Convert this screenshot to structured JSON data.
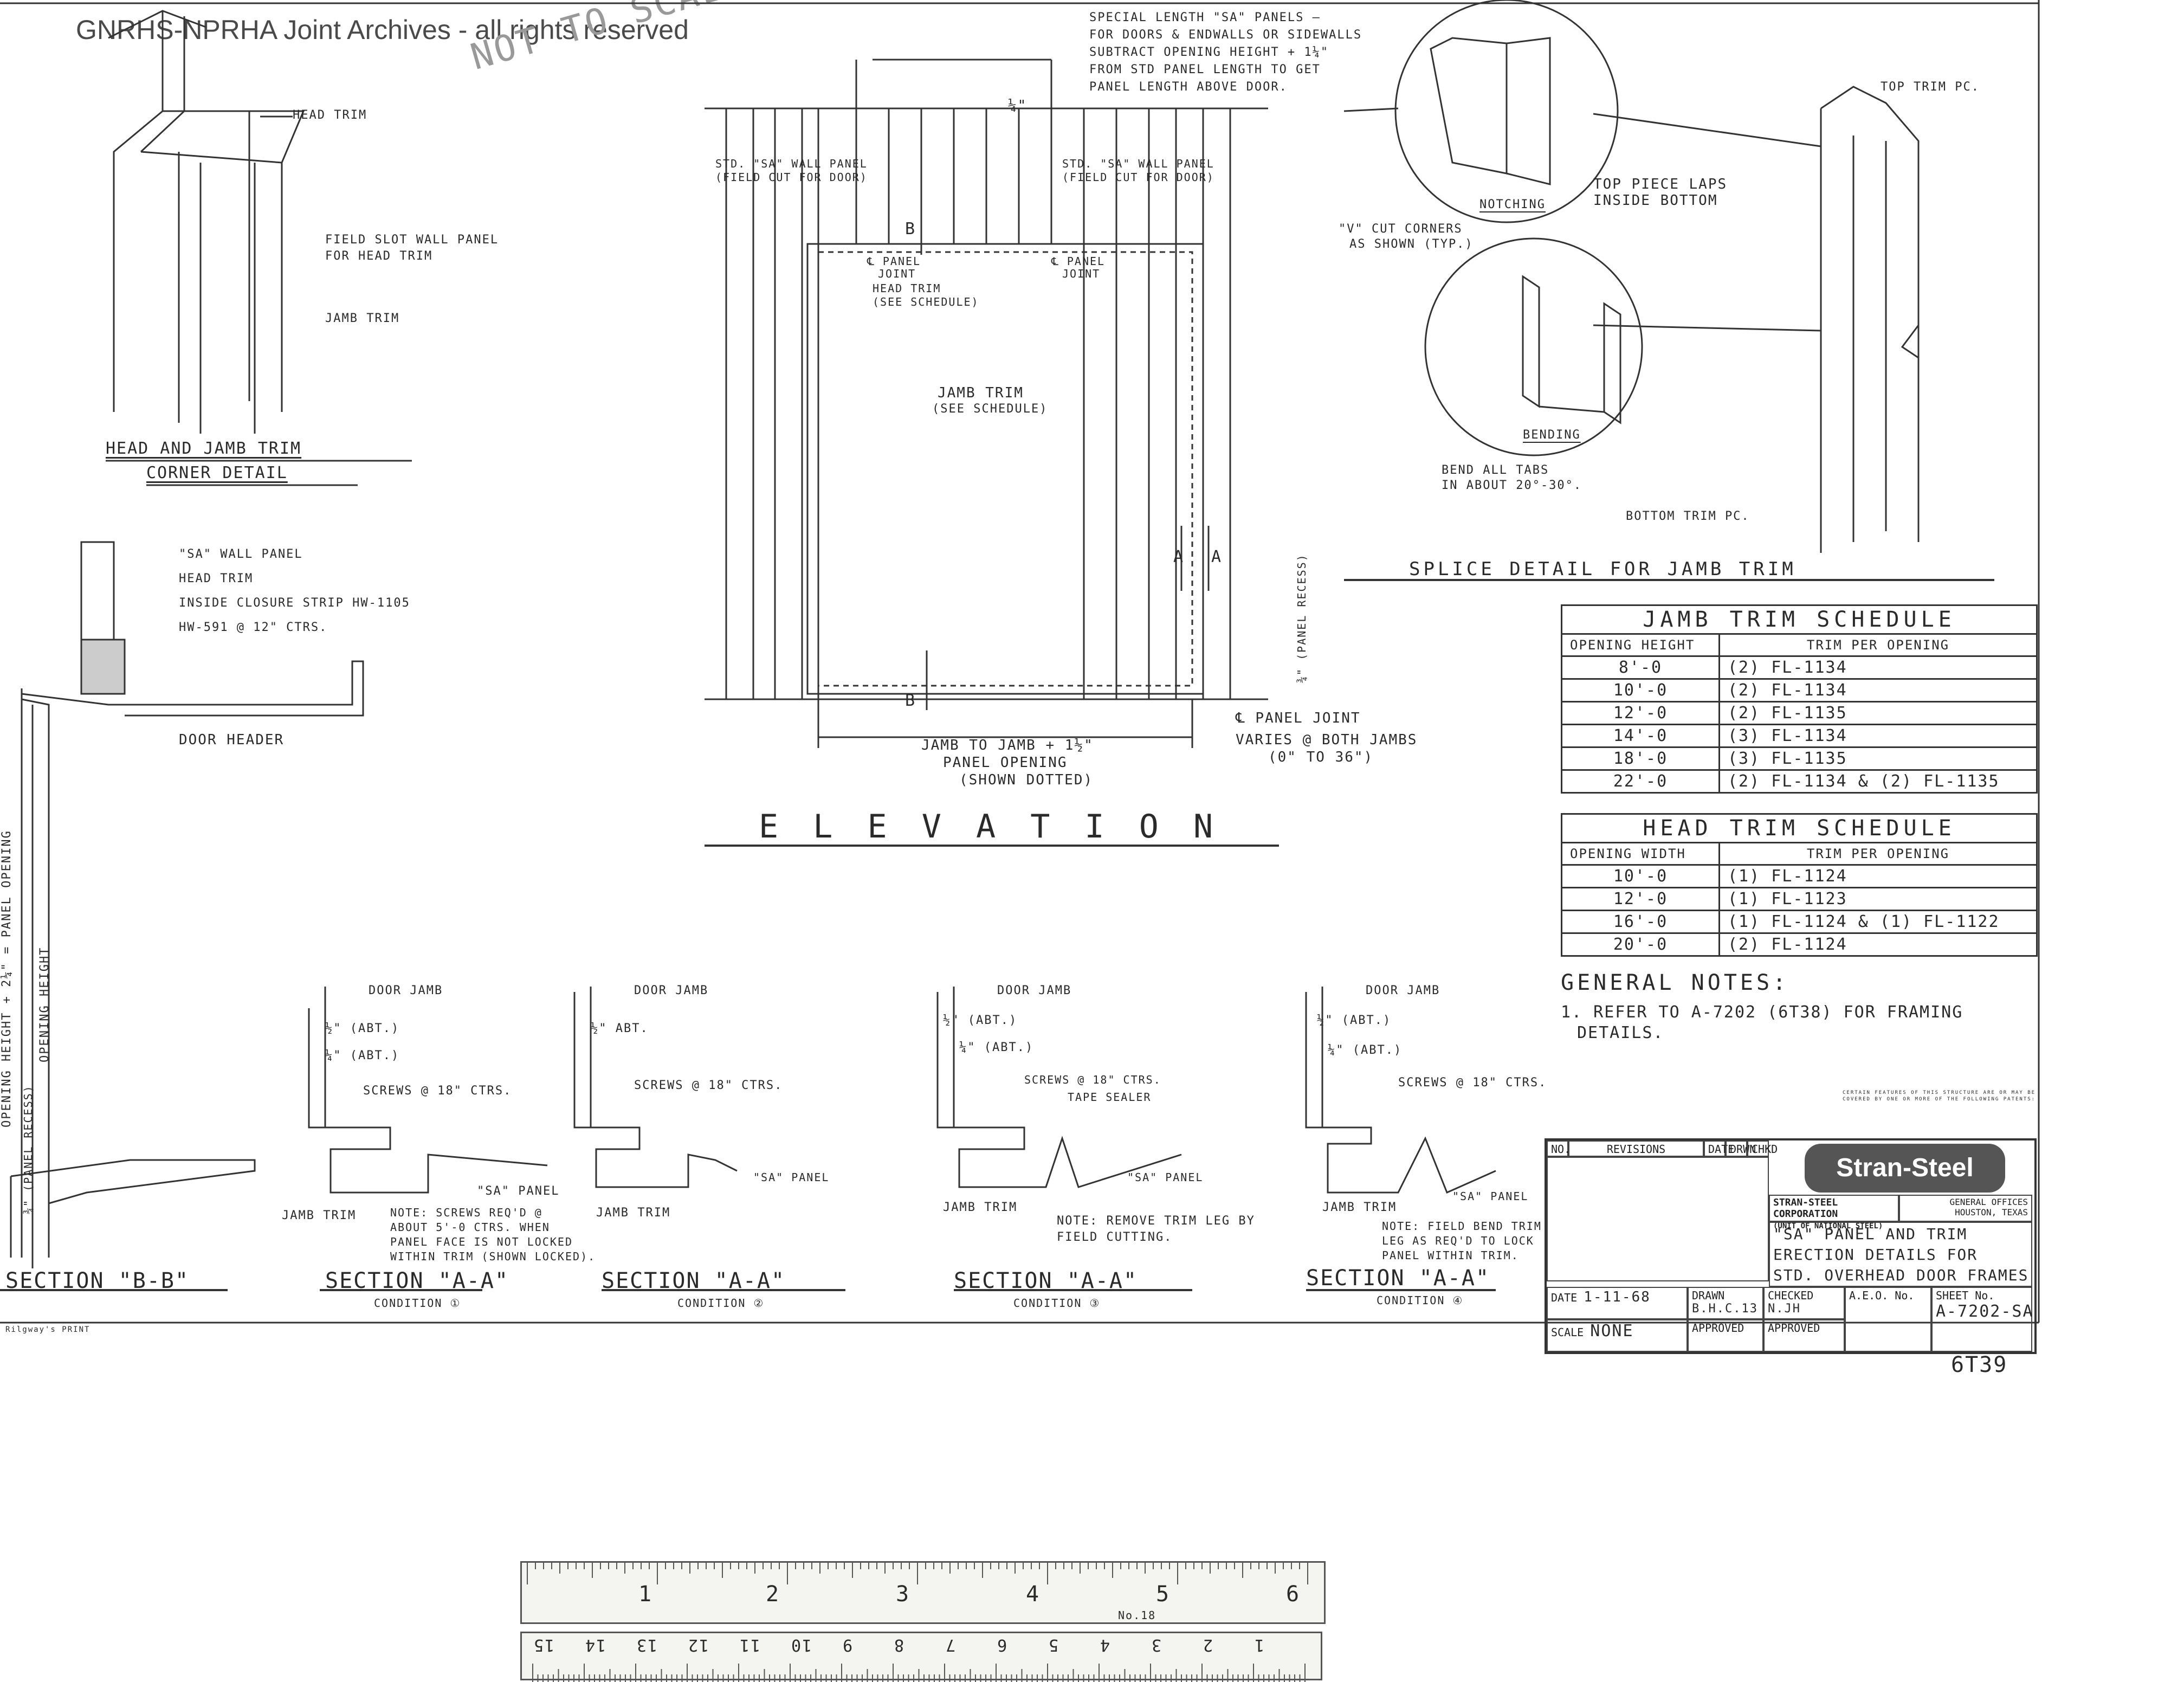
{
  "watermark": "GNRHS-NPRHA Joint Archives - all rights reserved",
  "stamp": "NOT TO SCALE",
  "corner_detail": {
    "title_line1": "HEAD AND JAMB TRIM",
    "title_line2": "CORNER DETAIL",
    "labels": [
      "HEAD TRIM",
      "FIELD SLOT WALL PANEL",
      "FOR HEAD TRIM",
      "JAMB TRIM"
    ]
  },
  "header_detail": {
    "labels": [
      "\"SA\" WALL PANEL",
      "HEAD TRIM",
      "INSIDE CLOSURE STRIP HW-1105",
      "HW-591 @ 12\" CTRS.",
      "DOOR HEADER"
    ],
    "vertical_label_1": "OPENING HEIGHT + 2¼\" = PANEL OPENING",
    "vertical_label_2": "OPENING HEIGHT",
    "vertical_label_3": "¾\" (PANEL RECESS)"
  },
  "elevation": {
    "title": "E L E V A T I O N",
    "top_note": [
      "SPECIAL LENGTH \"SA\" PANELS —",
      "FOR DOORS & ENDWALLS OR SIDEWALLS",
      "SUBTRACT OPENING HEIGHT + 1¼\"",
      "FROM STD PANEL LENGTH TO GET",
      "PANEL LENGTH ABOVE DOOR."
    ],
    "left_panel": [
      "STD. \"SA\" WALL PANEL",
      "(FIELD CUT FOR DOOR)"
    ],
    "right_panel": [
      "STD. \"SA\" WALL PANEL",
      "(FIELD CUT FOR DOOR)"
    ],
    "panel_joint": [
      "℄ PANEL",
      "JOINT"
    ],
    "head_trim": [
      "HEAD TRIM",
      "(SEE SCHEDULE)"
    ],
    "jamb_trim": [
      "JAMB TRIM",
      "(SEE SCHEDULE)"
    ],
    "width_note": [
      "JAMB TO JAMB + 1½\"",
      "PANEL OPENING",
      "(SHOWN DOTTED)"
    ],
    "panel_joint_bottom": "℄ PANEL JOINT",
    "varies_note": [
      "VARIES @ BOTH JAMBS",
      "(0\" TO 36\")"
    ],
    "recess": "¾\" (PANEL RECESS)",
    "dim_top": "¼\"",
    "section_marks": [
      "B",
      "B",
      "A",
      "A"
    ]
  },
  "splice": {
    "title": "SPLICE DETAIL FOR JAMB TRIM",
    "labels": [
      "TOP TRIM PC.",
      "TOP PIECE LAPS",
      "INSIDE BOTTOM",
      "NOTCHING",
      "\"V\" CUT CORNERS",
      "AS SHOWN (TYP.)",
      "BENDING",
      "BEND ALL TABS",
      "IN ABOUT 20°-30°.",
      "BOTTOM TRIM PC."
    ]
  },
  "jamb_schedule": {
    "title": "JAMB TRIM SCHEDULE",
    "headers": [
      "OPENING HEIGHT",
      "TRIM PER OPENING"
    ],
    "rows": [
      [
        "8'-0",
        "(2) FL-1134"
      ],
      [
        "10'-0",
        "(2) FL-1134"
      ],
      [
        "12'-0",
        "(2) FL-1135"
      ],
      [
        "14'-0",
        "(3) FL-1134"
      ],
      [
        "18'-0",
        "(3) FL-1135"
      ],
      [
        "22'-0",
        "(2) FL-1134 & (2) FL-1135"
      ]
    ]
  },
  "head_schedule": {
    "title": "HEAD TRIM SCHEDULE",
    "headers": [
      "OPENING WIDTH",
      "TRIM PER OPENING"
    ],
    "rows": [
      [
        "10'-0",
        "(1) FL-1124"
      ],
      [
        "12'-0",
        "(1) FL-1123"
      ],
      [
        "16'-0",
        "(1) FL-1124 & (1) FL-1122"
      ],
      [
        "20'-0",
        "(2) FL-1124"
      ]
    ]
  },
  "general_notes": {
    "title": "GENERAL NOTES:",
    "line1": "1. REFER TO A-7202 (6T38) FOR FRAMING",
    "line2": "DETAILS."
  },
  "sections": [
    {
      "title": "SECTION \"B-B\"",
      "condition": ""
    },
    {
      "title": "SECTION \"A-A\"",
      "condition": "CONDITION ①",
      "labels": [
        "DOOR JAMB",
        "½\" (ABT.)",
        "¼\" (ABT.)",
        "SCREWS @ 18\" CTRS.",
        "\"SA\" PANEL",
        "JAMB TRIM"
      ],
      "note": [
        "NOTE: SCREWS REQ'D @",
        "ABOUT 5'-0 CTRS. WHEN",
        "PANEL FACE IS NOT LOCKED",
        "WITHIN TRIM (SHOWN LOCKED)."
      ]
    },
    {
      "title": "SECTION \"A-A\"",
      "condition": "CONDITION ②",
      "labels": [
        "DOOR JAMB",
        "½\" ABT.",
        "SCREWS @ 18\" CTRS.",
        "\"SA\" PANEL",
        "JAMB TRIM"
      ]
    },
    {
      "title": "SECTION \"A-A\"",
      "condition": "CONDITION ③",
      "labels": [
        "DOOR JAMB",
        "½\" (ABT.)",
        "¼\" (ABT.)",
        "SCREWS @ 18\" CTRS.",
        "TAPE SEALER",
        "\"SA\" PANEL",
        "JAMB TRIM"
      ],
      "note": [
        "NOTE: REMOVE TRIM LEG BY",
        "FIELD CUTTING."
      ]
    },
    {
      "title": "SECTION \"A-A\"",
      "condition": "CONDITION ④",
      "labels": [
        "DOOR JAMB",
        "½\" (ABT.)",
        "¼\" (ABT.)",
        "SCREWS @ 18\" CTRS.",
        "\"SA\" PANEL",
        "JAMB TRIM"
      ],
      "note": [
        "NOTE: FIELD BEND TRIM",
        "LEG AS REQ'D TO LOCK",
        "PANEL WITHIN TRIM."
      ]
    }
  ],
  "title_block": {
    "logo": "Stran-Steel",
    "company": "STRAN-STEEL CORPORATION",
    "company_sub": "(UNIT OF NATIONAL STEEL)",
    "offices": "GENERAL OFFICES",
    "city": "HOUSTON, TEXAS",
    "title_line1": "\"SA\" PANEL AND TRIM",
    "title_line2": "ERECTION DETAILS FOR",
    "title_line3": "STD. OVERHEAD DOOR FRAMES",
    "headers": [
      "NO.",
      "REVISIONS",
      "DATE",
      "DRWN",
      "CHKD"
    ],
    "date_label": "DATE",
    "date": "1-11-68",
    "drawn_label": "DRAWN",
    "drawn": "B.H.C.13",
    "checked_label": "CHECKED",
    "checked": "N.JH",
    "aeo_label": "A.E.O. No.",
    "sheet_label": "SHEET No.",
    "sheet": "A-7202-SA",
    "scale_label": "SCALE",
    "scale": "NONE",
    "approved_label": "APPROVED",
    "approved2_label": "APPROVED",
    "patents": "CERTAIN FEATURES OF THIS STRUCTURE ARE OR MAY BE COVERED BY ONE OR MORE OF THE FOLLOWING PATENTS:",
    "number": "6T39"
  },
  "footer_print": "Rilgway's   PRINT",
  "ruler": {
    "top_numbers": [
      "1",
      "2",
      "3",
      "4",
      "5",
      "6"
    ],
    "bottom_numbers": [
      "15",
      "14",
      "13",
      "12",
      "11",
      "10",
      "9",
      "8",
      "7",
      "6",
      "5",
      "4",
      "3",
      "2",
      "1"
    ],
    "label": "No.18"
  }
}
